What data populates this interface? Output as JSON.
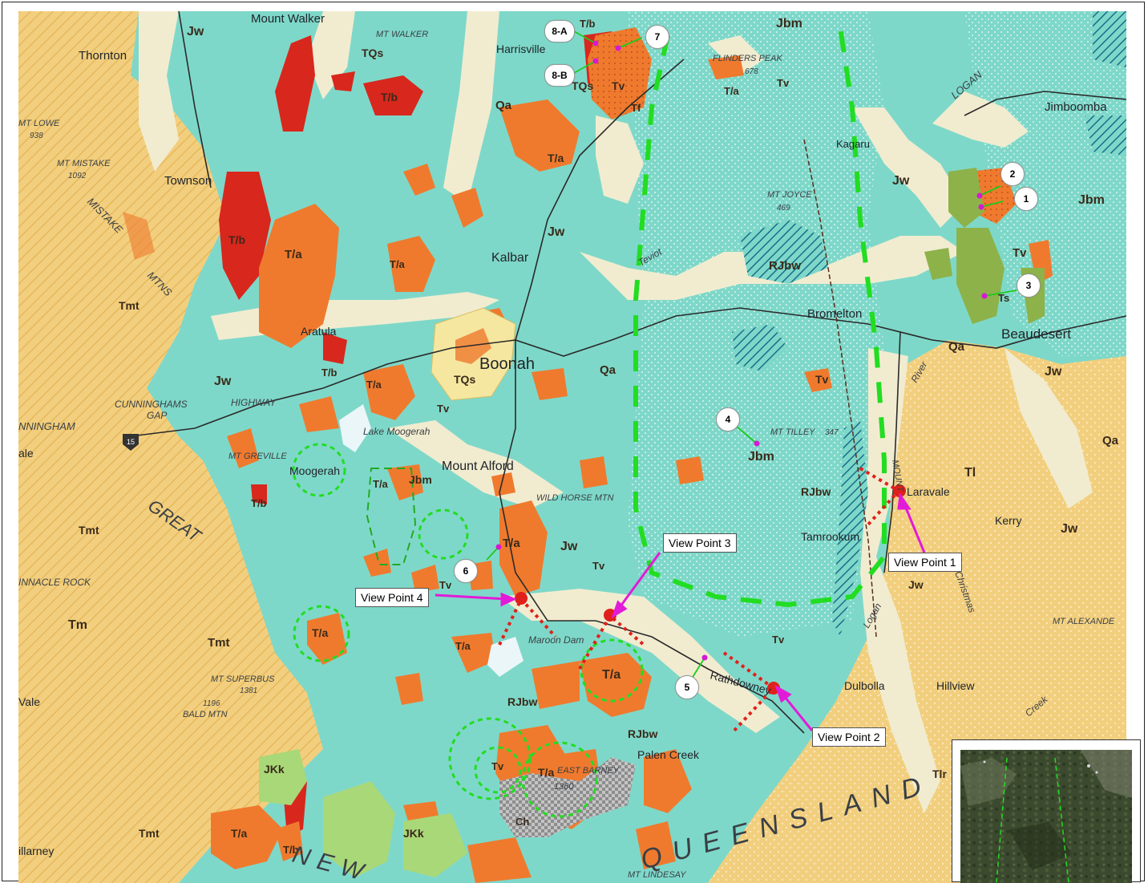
{
  "map": {
    "colors": {
      "water_cyan": "#7ed8c9",
      "sandstone_yellow": "#f2cf7e",
      "basalt_orange": "#ef7a2e",
      "rhyolite_red": "#d8271d",
      "alluvium_cream": "#f1ecd0",
      "sediment_green": "#8db24a",
      "dashed_green": "#22dd22",
      "red_route": "#e0201a",
      "magenta_arrow": "#e21bd8"
    },
    "map_labels": {
      "jw": "Jw",
      "jbm": "Jbm",
      "tqs": "TQs",
      "tb": "T/b",
      "ta": "T/a",
      "tv": "Tv",
      "tf": "Tf",
      "qa": "Qa",
      "tmt": "Tmt",
      "tm": "Tm",
      "tl": "Tl",
      "tlr": "Tlr",
      "rjbw": "RJbw",
      "ts": "Ts",
      "jkk": "JKk",
      "ch": "Ch"
    },
    "places": {
      "mount_walker": "Mount Walker",
      "mt_walker": "MT WALKER",
      "thornton": "Thornton",
      "mt_lowe": "MT LOWE",
      "mt_lowe_h": "938",
      "mt_mistake": "MT MISTAKE",
      "mt_mistake_h": "1092",
      "townson": "Townson",
      "mistake_mtns_a": "MISTAKE",
      "mistake_mtns_b": "MTNS",
      "harrisville": "Harrisville",
      "flinders_peak": "FLINDERS PEAK",
      "flinders_h": "678",
      "jimboomba": "Jimboomba",
      "kagaru": "Kagaru",
      "mt_joyce": "MT JOYCE",
      "mt_joyce_h": "469",
      "logan_top": "LOGAN",
      "kalbar": "Kalbar",
      "teviot": "Teviot",
      "bromelton": "Bromelton",
      "beaudesert": "Beaudesert",
      "aratula": "Aratula",
      "boonah": "Boonah",
      "highway": "HIGHWAY",
      "cunninghams_gap": "CUNNINGHAMS",
      "gap": "GAP",
      "cunningham": "NNINGHAM",
      "ale": "ale",
      "lake_moogerah": "Lake Moogerah",
      "mt_greville": "MT GREVILLE",
      "moogerah": "Moogerah",
      "mount_alford": "Mount Alford",
      "wild_horse_mtn": "WILD HORSE MTN",
      "mt_tilley": "MT TILLEY",
      "mt_tilley_h": "347",
      "laravale": "Laravale",
      "mount_ridge": "MOUNT",
      "kerry": "Kerry",
      "tamrookum": "Tamrookum",
      "river": "River",
      "great": "GREAT",
      "pinnacle_rock": "INNACLE ROCK",
      "maroon_dam": "Maroon Dam",
      "rathdowney": "Rathdowney",
      "dulbolla": "Dulbolla",
      "hillview": "Hillview",
      "mt_alexander": "MT ALEXANDE",
      "mt_superbus": "MT SUPERBUS",
      "mt_superbus_h": "1381",
      "bald_mtn": "BALD MTN",
      "bald_h": "1196",
      "vale": "Vale",
      "palen_creek": "Palen Creek",
      "east_barney": "EAST BARNEY",
      "east_barney_h": "1360",
      "killarney": "illarney",
      "queensland": "QUEENSLAND",
      "new": "NEW",
      "mt_lindesay": "MT LINDESAY",
      "logan_lower": "Logan",
      "christmas_creek": "Christmas",
      "creek": "Creek",
      "highway_shield": "15"
    },
    "view_points": {
      "vp1": "View Point 1",
      "vp2": "View Point 2",
      "vp3": "View Point 3",
      "vp4": "View Point 4"
    },
    "markers": {
      "m1": "1",
      "m2": "2",
      "m3": "3",
      "m4": "4",
      "m5": "5",
      "m6": "6",
      "m7": "7",
      "m8a": "8-A",
      "m8b": "8-B"
    }
  }
}
